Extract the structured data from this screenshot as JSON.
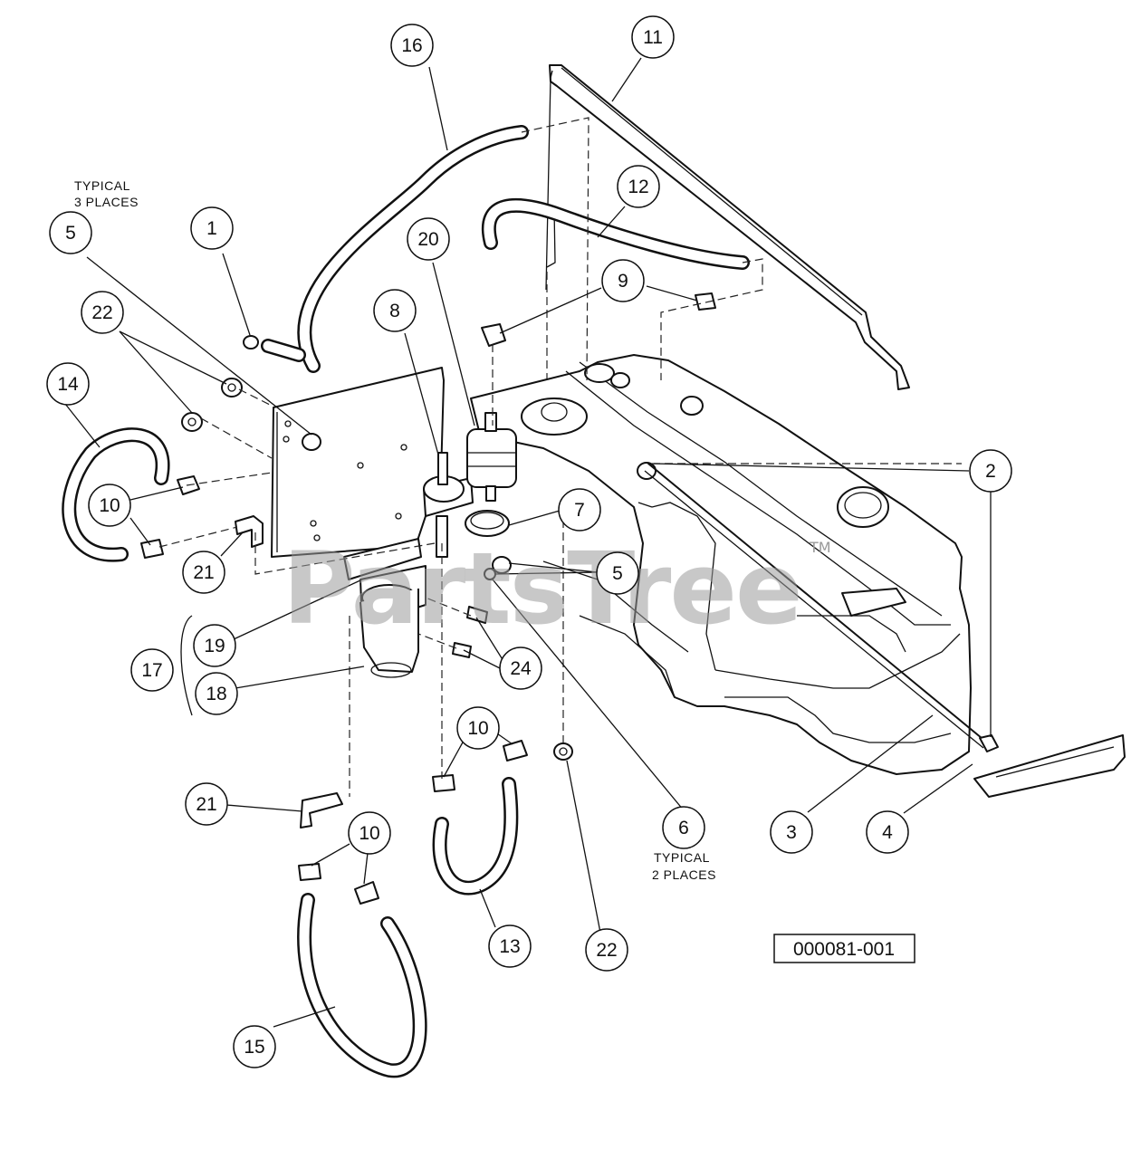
{
  "callouts": [
    {
      "id": "c16",
      "label": "16"
    },
    {
      "id": "c11",
      "label": "11"
    },
    {
      "id": "c12",
      "label": "12"
    },
    {
      "id": "c5a",
      "label": "5"
    },
    {
      "id": "c1",
      "label": "1"
    },
    {
      "id": "c20",
      "label": "20"
    },
    {
      "id": "c9",
      "label": "9"
    },
    {
      "id": "c22a",
      "label": "22"
    },
    {
      "id": "c8",
      "label": "8"
    },
    {
      "id": "c14",
      "label": "14"
    },
    {
      "id": "c2",
      "label": "2"
    },
    {
      "id": "c10a",
      "label": "10"
    },
    {
      "id": "c7",
      "label": "7"
    },
    {
      "id": "c21a",
      "label": "21"
    },
    {
      "id": "c5b",
      "label": "5"
    },
    {
      "id": "c19",
      "label": "19"
    },
    {
      "id": "c17",
      "label": "17"
    },
    {
      "id": "c24",
      "label": "24"
    },
    {
      "id": "c18",
      "label": "18"
    },
    {
      "id": "c10b",
      "label": "10"
    },
    {
      "id": "c21b",
      "label": "21"
    },
    {
      "id": "c6",
      "label": "6"
    },
    {
      "id": "c3",
      "label": "3"
    },
    {
      "id": "c4",
      "label": "4"
    },
    {
      "id": "c10c",
      "label": "10"
    },
    {
      "id": "c13",
      "label": "13"
    },
    {
      "id": "c22b",
      "label": "22"
    },
    {
      "id": "c15",
      "label": "15"
    }
  ],
  "notes": {
    "typical_3_line1": "TYPICAL",
    "typical_3_line2": "3 PLACES",
    "typical_2_line1": "TYPICAL",
    "typical_2_line2": "2 PLACES"
  },
  "diagram_number": "000081-001",
  "watermark": {
    "text": "PartsTree",
    "trademark": "TM"
  }
}
